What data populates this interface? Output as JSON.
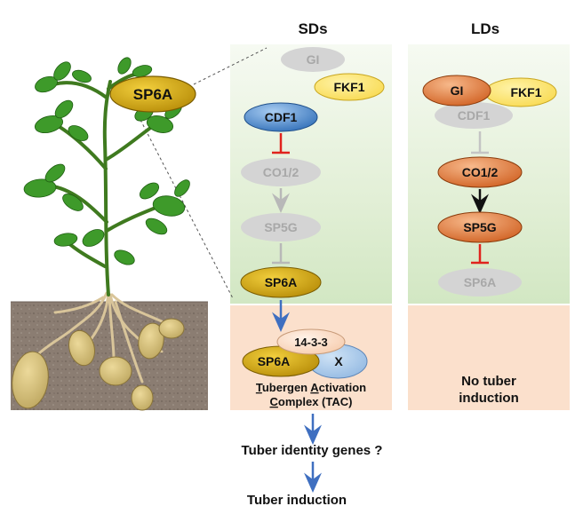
{
  "columns": {
    "sds": {
      "title": "SDs"
    },
    "lds": {
      "title": "LDs"
    }
  },
  "plant": {
    "leaf_label": "SP6A"
  },
  "sds_nodes": {
    "gi": "GI",
    "fkf1": "FKF1",
    "cdf1": "CDF1",
    "co12": "CO1/2",
    "sp5g": "SP5G",
    "sp6a": "SP6A"
  },
  "lds_nodes": {
    "gi": "GI",
    "fkf1": "FKF1",
    "cdf1": "CDF1",
    "co12": "CO1/2",
    "sp5g": "SP5G",
    "sp6a": "SP6A"
  },
  "tac": {
    "p1433": "14-3-3",
    "sp6a": "SP6A",
    "x": "X",
    "line1_parts": [
      {
        "u": "T",
        "rest": "ubergen "
      },
      {
        "u": "A",
        "rest": "ctivation"
      }
    ],
    "line2_parts": [
      {
        "u": "C",
        "rest": "omplex (TAC)"
      }
    ]
  },
  "no_tuber": {
    "line1": "No tuber",
    "line2": "induction"
  },
  "bottom": {
    "identity": "Tuber identity genes ?",
    "induction": "Tuber induction"
  },
  "colors": {
    "gold": "#c9a012",
    "yellow": "#fde57a",
    "blue": "#4a86cc",
    "orange": "#e07838",
    "grey": "#d4d4d4",
    "grey_text": "#a8a8a8",
    "inhibit_red": "#e0231d",
    "arrow_blue": "#3f6fc0",
    "panel_green": "#e0efd4",
    "panel_peach": "#fbe0cc"
  }
}
